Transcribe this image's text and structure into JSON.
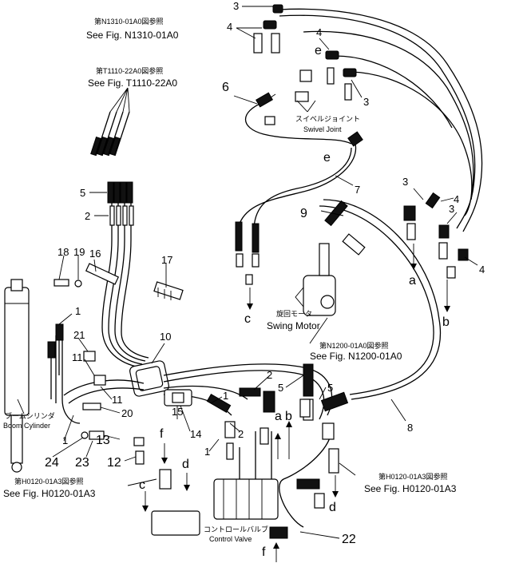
{
  "references": {
    "n1310_jp": "第N1310-01A0図参照",
    "n1310": "See Fig. N1310-01A0",
    "t1110_jp": "第T1110-22A0図参照",
    "t1110": "See Fig. T1110-22A0",
    "n1200_jp": "第N1200-01A0図参照",
    "n1200": "See Fig. N1200-01A0",
    "h0120_left_jp": "第H0120-01A3図参照",
    "h0120_left": "See Fig. H0120-01A3",
    "h0120_right_jp": "第H0120-01A3図参照",
    "h0120_right": "See Fig. H0120-01A3"
  },
  "components": {
    "swivel_jp": "スイベルジョイント",
    "swivel": "Swivel Joint",
    "swing_jp": "旋回モータ",
    "swing": "Swing Motor",
    "boom_jp": "ブームシリンダ",
    "boom": "Boom Cylinder",
    "control_jp": "コントロールバルブ",
    "control": "Control Valve"
  },
  "callouts": {
    "n1": "1",
    "n2": "2",
    "n3": "3",
    "n4": "4",
    "n5": "5",
    "n6": "6",
    "n7": "7",
    "n8": "8",
    "n9": "9",
    "n10": "10",
    "n11": "11",
    "n12": "12",
    "n13": "13",
    "n14": "14",
    "n15": "15",
    "n16": "16",
    "n17": "17",
    "n18": "18",
    "n19": "19",
    "n20": "20",
    "n21": "21",
    "n22": "22",
    "n23": "23",
    "n24": "24"
  },
  "connectors": {
    "a": "a",
    "b": "b",
    "c": "c",
    "d": "d",
    "e": "e",
    "f": "f"
  }
}
